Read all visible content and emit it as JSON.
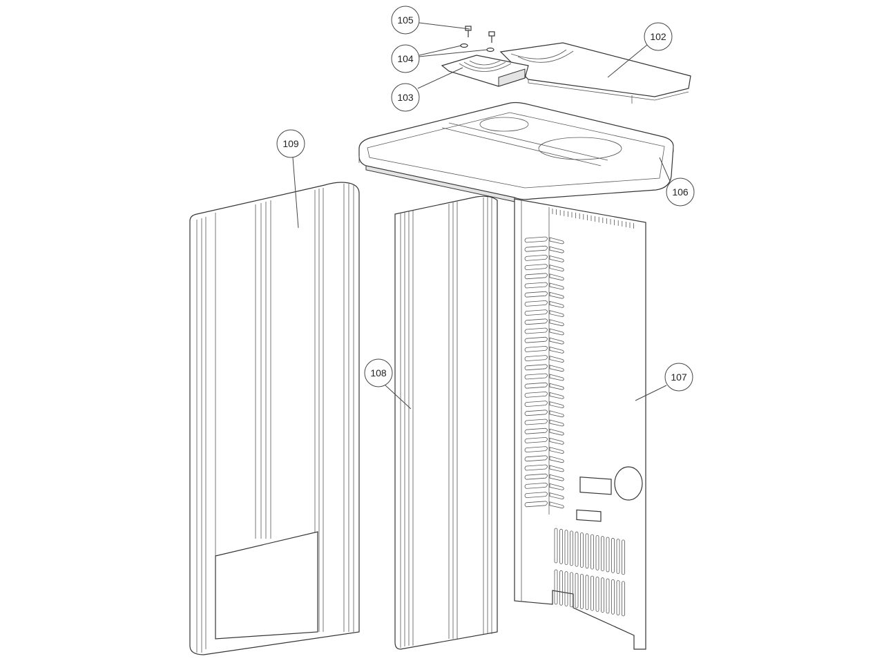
{
  "diagram": {
    "type": "exploded-parts-view",
    "callouts": [
      {
        "id": "105",
        "label": "105"
      },
      {
        "id": "104",
        "label": "104"
      },
      {
        "id": "103",
        "label": "103"
      },
      {
        "id": "102",
        "label": "102"
      },
      {
        "id": "109",
        "label": "109"
      },
      {
        "id": "106",
        "label": "106"
      },
      {
        "id": "108",
        "label": "108"
      },
      {
        "id": "107",
        "label": "107"
      }
    ]
  }
}
